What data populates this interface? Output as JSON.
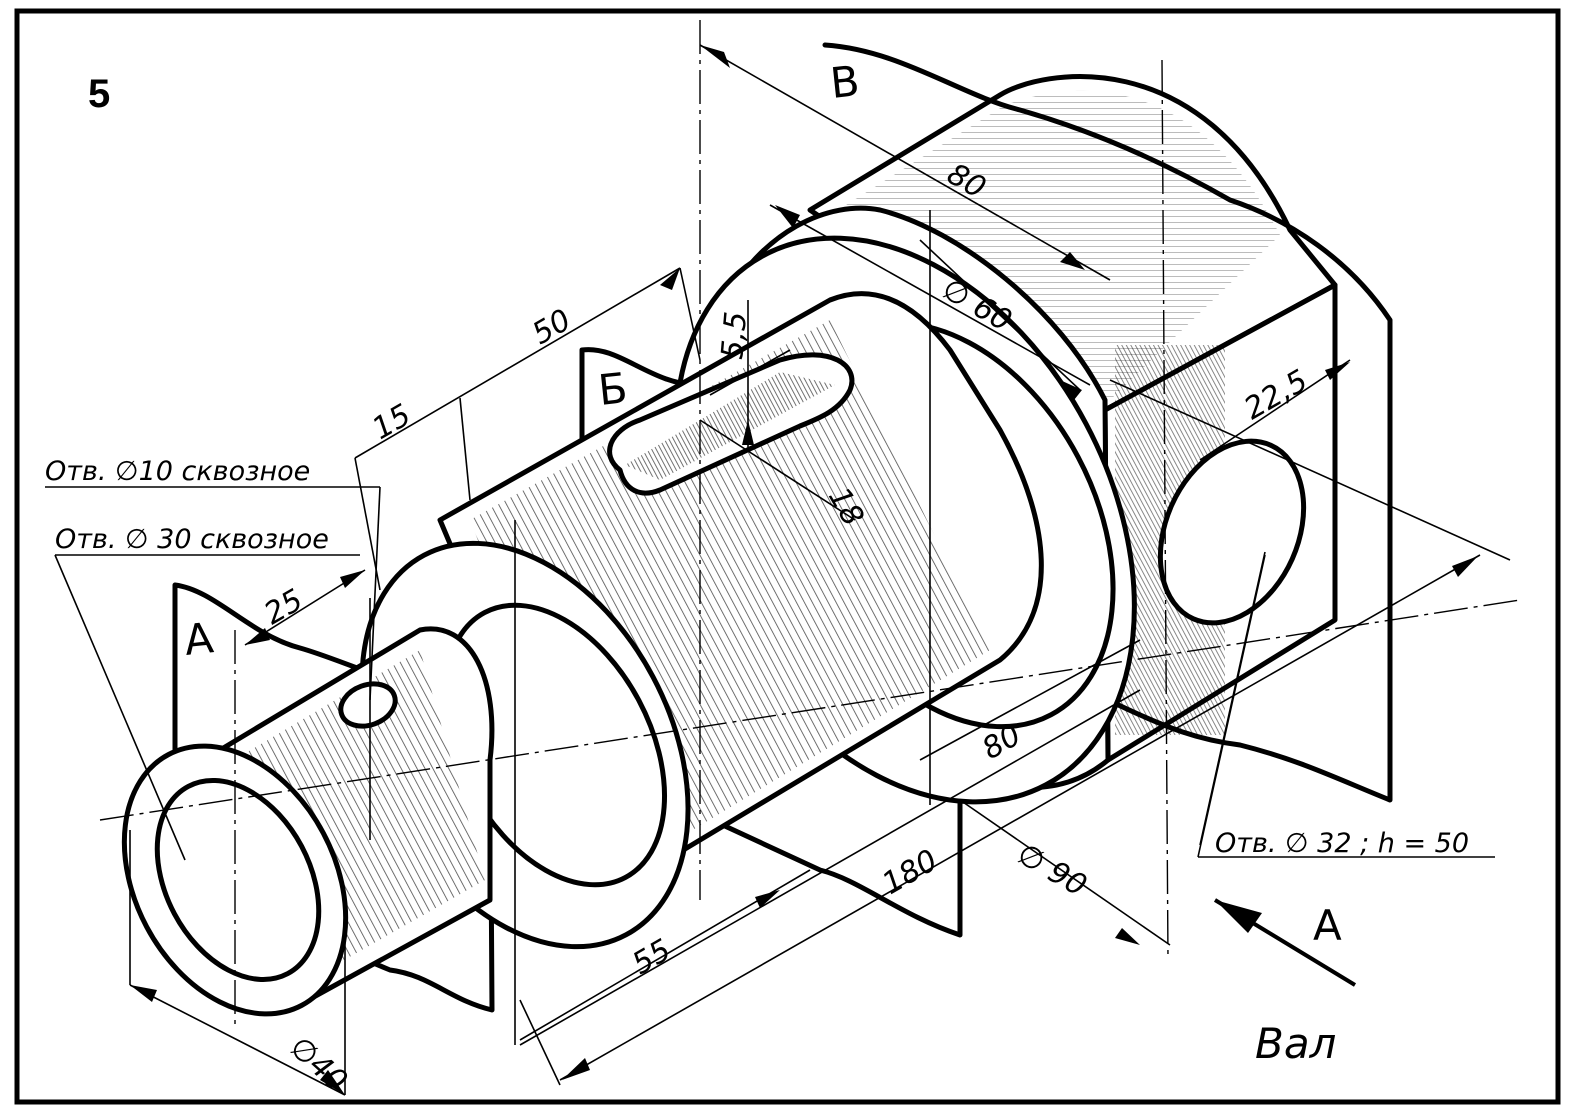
{
  "sheet_number": "5",
  "title": "Вал",
  "view_arrow_label": "A",
  "section_labels": {
    "a": "А",
    "b": "Б",
    "v": "В"
  },
  "notes": {
    "hole10": "Отв. ∅10 сквозное",
    "hole30": "Отв. ∅ 30 сквозное",
    "hole32": "Отв. ∅ 32 ; h = 50"
  },
  "dimensions": {
    "d15": "15",
    "d50": "50",
    "d80_top": "80",
    "d5_5": "5,5",
    "dia60": "∅ 60",
    "d18": "18",
    "d22_5": "22,5",
    "d25": "25",
    "d80_bottom": "80",
    "dia90": "∅ 90",
    "d180": "180",
    "d55": "55",
    "dia40": "∅40"
  }
}
